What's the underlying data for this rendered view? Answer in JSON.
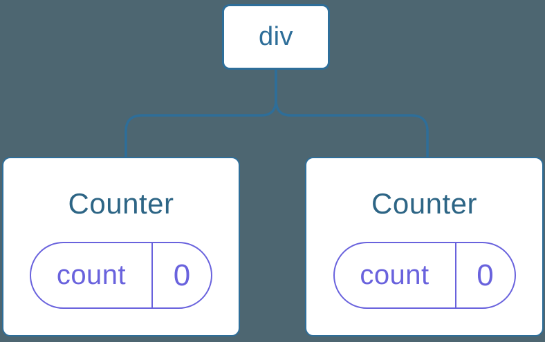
{
  "tree": {
    "root": {
      "label": "div"
    },
    "children": [
      {
        "title": "Counter",
        "state_key": "count",
        "state_value": "0"
      },
      {
        "title": "Counter",
        "state_key": "count",
        "state_value": "0"
      }
    ]
  },
  "colors": {
    "background": "#4D6671",
    "blue": "#2E6E99",
    "title_blue": "#2D6585",
    "purple": "#6962DD",
    "card_bg": "#FFFFFF"
  }
}
